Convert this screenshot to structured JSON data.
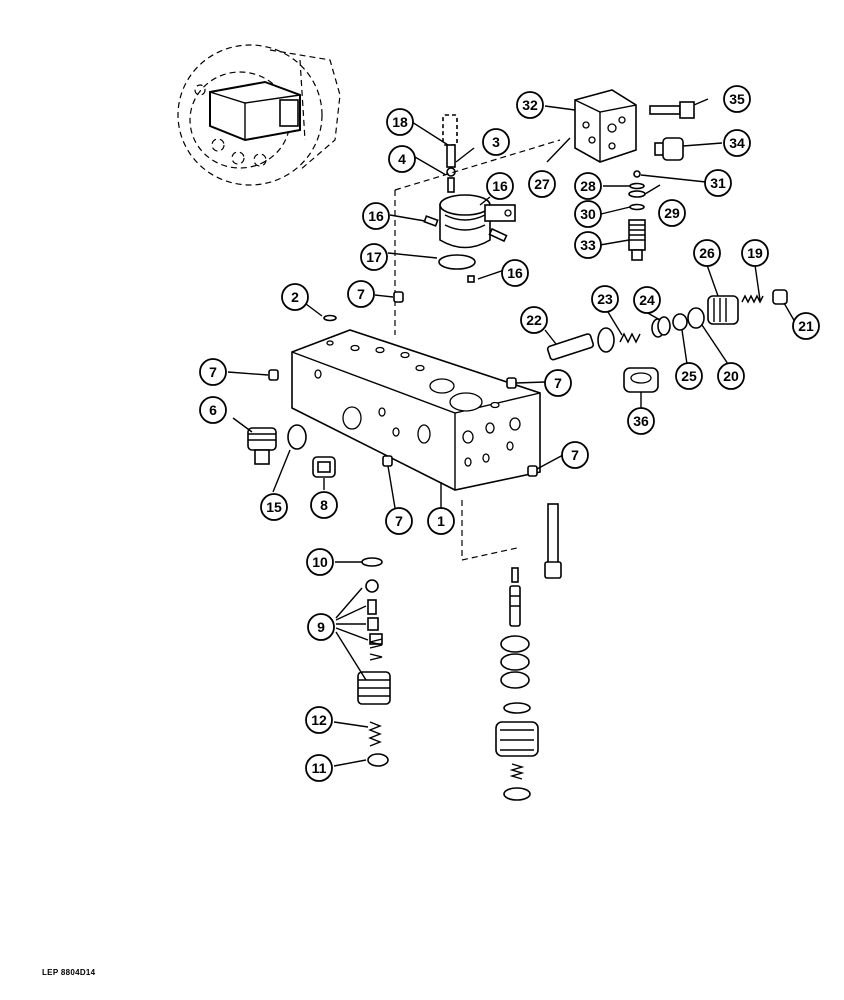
{
  "reference_code": "LEP 8804D14",
  "callouts": [
    {
      "id": "c1",
      "label": "1"
    },
    {
      "id": "c2",
      "label": "2"
    },
    {
      "id": "c3",
      "label": "3"
    },
    {
      "id": "c4",
      "label": "4"
    },
    {
      "id": "c6",
      "label": "6"
    },
    {
      "id": "c7a",
      "label": "7"
    },
    {
      "id": "c7b",
      "label": "7"
    },
    {
      "id": "c7c",
      "label": "7"
    },
    {
      "id": "c7d",
      "label": "7"
    },
    {
      "id": "c7e",
      "label": "7"
    },
    {
      "id": "c8",
      "label": "8"
    },
    {
      "id": "c9",
      "label": "9"
    },
    {
      "id": "c10",
      "label": "10"
    },
    {
      "id": "c11",
      "label": "11"
    },
    {
      "id": "c12",
      "label": "12"
    },
    {
      "id": "c15",
      "label": "15"
    },
    {
      "id": "c16a",
      "label": "16"
    },
    {
      "id": "c16b",
      "label": "16"
    },
    {
      "id": "c16c",
      "label": "16"
    },
    {
      "id": "c17",
      "label": "17"
    },
    {
      "id": "c18",
      "label": "18"
    },
    {
      "id": "c19",
      "label": "19"
    },
    {
      "id": "c20",
      "label": "20"
    },
    {
      "id": "c21",
      "label": "21"
    },
    {
      "id": "c22",
      "label": "22"
    },
    {
      "id": "c23",
      "label": "23"
    },
    {
      "id": "c24",
      "label": "24"
    },
    {
      "id": "c25",
      "label": "25"
    },
    {
      "id": "c26",
      "label": "26"
    },
    {
      "id": "c27",
      "label": "27"
    },
    {
      "id": "c28",
      "label": "28"
    },
    {
      "id": "c29",
      "label": "29"
    },
    {
      "id": "c30",
      "label": "30"
    },
    {
      "id": "c31",
      "label": "31"
    },
    {
      "id": "c32",
      "label": "32"
    },
    {
      "id": "c33",
      "label": "33"
    },
    {
      "id": "c34",
      "label": "34"
    },
    {
      "id": "c35",
      "label": "35"
    },
    {
      "id": "c36",
      "label": "36"
    }
  ]
}
